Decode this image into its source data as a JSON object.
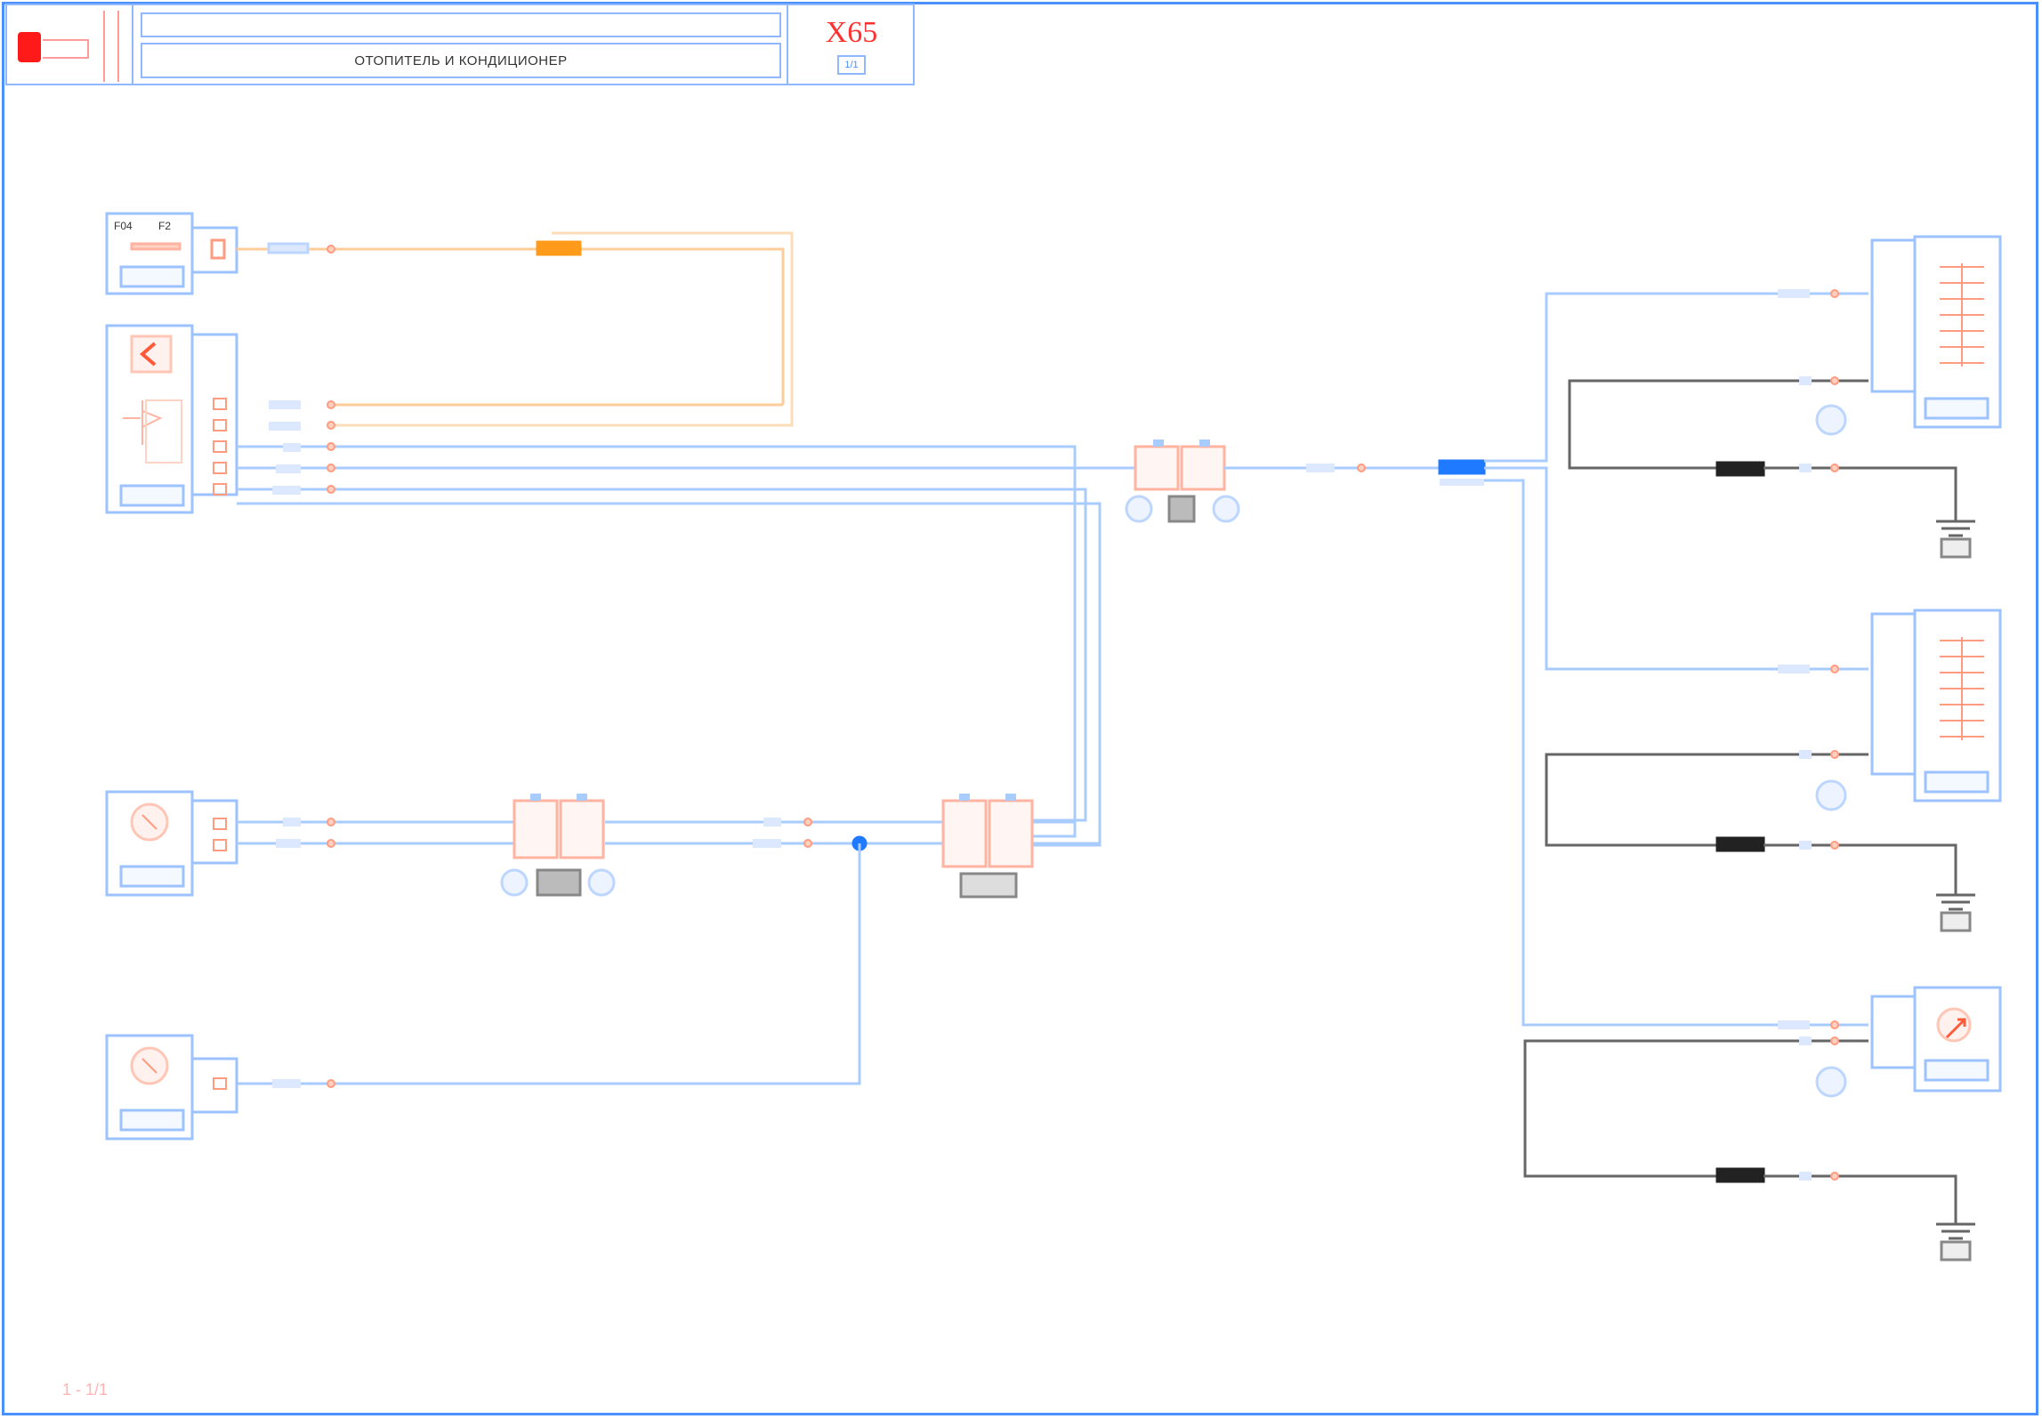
{
  "title_block": {
    "title": "ОТОПИТЕЛЬ И КОНДИЦИОНЕР",
    "diagram_code": "X65",
    "sheet": "1/1"
  },
  "page_reference": "1 - 1/1",
  "colors": {
    "frame": "#4a90ff",
    "wire_blue": "#7fb2ff",
    "wire_orange": "#ffbf7a",
    "wire_dark": "#555555",
    "pin_red": "#ff9b80",
    "splice_orange": "#ff9a1a",
    "splice_blue": "#1f7aff",
    "splice_black": "#222222",
    "logo_red": "#ff1a1a",
    "title_code_red": "#ff3030"
  },
  "components": {
    "fuse_box": {
      "top_labels": [
        "F04",
        "F2"
      ]
    },
    "left_module": {
      "icon": "warning-arrow-icon"
    },
    "sensor_1": {
      "icon": "sensor-circle-icon"
    },
    "sensor_2": {
      "icon": "sensor-circle-icon"
    },
    "right_actuators": [
      {
        "icon": "motor-pins-icon"
      },
      {
        "icon": "motor-pins-icon"
      },
      {
        "icon": "actuator-arrow-icon"
      }
    ],
    "grounds": [
      {
        "icon": "ground-symbol-icon"
      },
      {
        "icon": "ground-symbol-icon"
      },
      {
        "icon": "ground-symbol-icon"
      }
    ]
  }
}
